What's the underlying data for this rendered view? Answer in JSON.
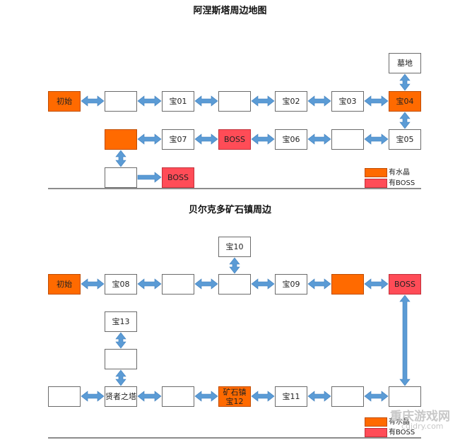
{
  "section1": {
    "title": "阿涅斯塔周边地图",
    "nodes": {
      "start": "初始",
      "blank1": "",
      "t01": "宝01",
      "blank2": "",
      "t02": "宝02",
      "t03": "宝03",
      "t04": "宝04",
      "grave": "墓地",
      "crystal": "",
      "t07": "宝07",
      "boss1": "BOSS",
      "t06": "宝06",
      "blank3": "",
      "t05": "宝05",
      "blank4": "",
      "boss2": "BOSS"
    },
    "legend": {
      "crystal": "有水晶",
      "boss": "有BOSS"
    }
  },
  "section2": {
    "title": "贝尔克多矿石镇周边",
    "nodes": {
      "t10": "宝10",
      "start": "初始",
      "t08": "宝08",
      "blank1": "",
      "blank2": "",
      "t09": "宝09",
      "crystal": "",
      "boss": "BOSS",
      "t13": "宝13",
      "blank3": "",
      "blank4": "",
      "sage": "贤者之塔",
      "blank5": "",
      "town": "矿石镇\n宝12",
      "t11": "宝11",
      "blank6": "",
      "blank7": ""
    },
    "legend": {
      "crystal": "有水晶",
      "boss": "有BOSS"
    }
  },
  "colors": {
    "crystal": "#ff6a00",
    "boss": "#ff4c57",
    "arrow": "#5b9bd5"
  },
  "watermark": {
    "name": "重庆游戏网",
    "domain": "cqjdry.com"
  }
}
